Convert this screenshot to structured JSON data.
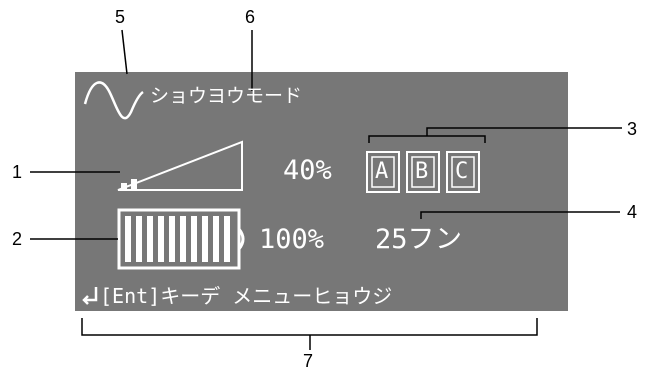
{
  "colors": {
    "lcd_background": "#777777",
    "lcd_foreground": "#ffffff",
    "callout_line": "#000000",
    "page_background": "#ffffff"
  },
  "display": {
    "wave_icon": "sine-wave-icon",
    "mode_title": "ショウヨウモード",
    "signal_icon": "signal-strength-icon",
    "signal_level_percent": 40,
    "signal_text": "40%",
    "battery_icon": "battery-icon",
    "battery_level_percent": 100,
    "battery_text": "100%",
    "preset_buttons": [
      "A",
      "B",
      "C"
    ],
    "time_text": "25フン",
    "footer_icon": "enter-arrow-icon",
    "footer_text": "[Ent]キーデ メニューヒョウジ"
  },
  "callouts": {
    "c1": "1",
    "c2": "2",
    "c3": "3",
    "c4": "4",
    "c5": "5",
    "c6": "6",
    "c7": "7"
  }
}
